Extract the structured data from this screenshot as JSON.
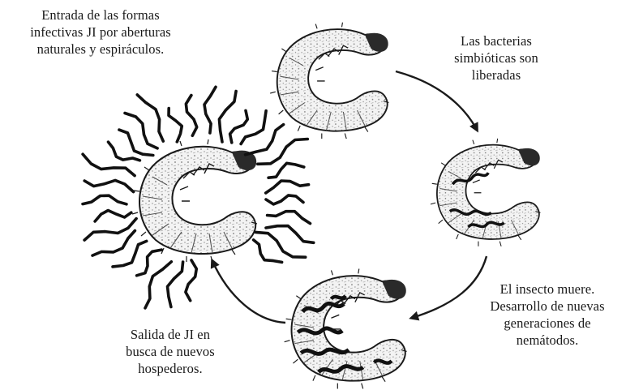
{
  "colors": {
    "ink": "#1a1a1a",
    "paper": "#ffffff",
    "larva_fill": "#f3f3f3",
    "larva_texture": "#6e6e6e",
    "nematode": "#111111"
  },
  "labels": {
    "entrada": [
      "Entrada de las formas",
      "infectivas JI por aberturas",
      "naturales y espiráculos."
    ],
    "bacterias": [
      "Las bacterias",
      "simbióticas son",
      "liberadas"
    ],
    "muere": [
      "El insecto muere.",
      "Desarrollo de nuevas",
      "generaciones de",
      "nemátodos."
    ],
    "salida": [
      "Salida de JI en",
      "busca de nuevos",
      "hospederos."
    ]
  },
  "icons": {
    "larva": "curled-grub-larva-icon",
    "nematode": "nematode-worm-icon",
    "arrow": "cycle-arrow-icon"
  }
}
